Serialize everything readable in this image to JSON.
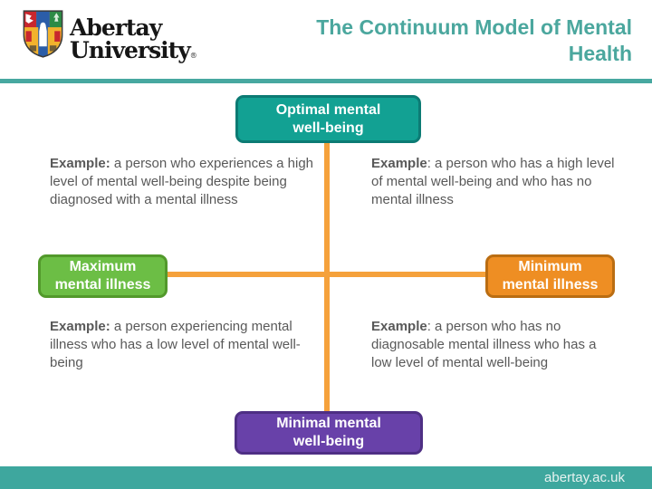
{
  "header": {
    "logo": {
      "line1": "Abertay",
      "line2": "University",
      "registered": "®"
    },
    "title": {
      "line1": "The Continuum Model of Mental",
      "line2": "Health",
      "color": "#4BA79E"
    }
  },
  "diagram": {
    "type": "continuum-quadrant-model",
    "axis_line_color": "#F5A13B",
    "nodes": {
      "top": {
        "line1": "Optimal mental",
        "line2": "well-being",
        "fill": "#12A193",
        "border": "#0C7B74"
      },
      "left": {
        "line1": "Maximum",
        "line2": "mental illness",
        "fill": "#6CBE45",
        "border": "#52992B"
      },
      "right": {
        "line1": "Minimum",
        "line2": "mental illness",
        "fill": "#EE8E23",
        "border": "#BA6D12"
      },
      "bottom": {
        "line1": "Minimal mental",
        "line2": "well-being",
        "fill": "#6841A9",
        "border": "#4E2F84"
      }
    },
    "examples": {
      "top_left": {
        "label": "Example:",
        "text": " a person who experiences a high level of mental well-being despite being diagnosed with a mental illness"
      },
      "top_right": {
        "label": "Example",
        "text": ": a person who has a high level of mental well-being and who has no mental illness"
      },
      "bottom_left": {
        "label": "Example:",
        "text": " a person experiencing mental illness who has a low level of mental well-being"
      },
      "bottom_right": {
        "label": "Example",
        "text": ": a person who has no diagnosable mental illness who has a low level of mental well-being"
      }
    }
  },
  "footer": {
    "url": "abertay.ac.uk",
    "background": "#3EA79E"
  },
  "colors": {
    "header_rule": "#47A8A0",
    "body_text": "#595959",
    "title_teal": "#4BA79E"
  }
}
